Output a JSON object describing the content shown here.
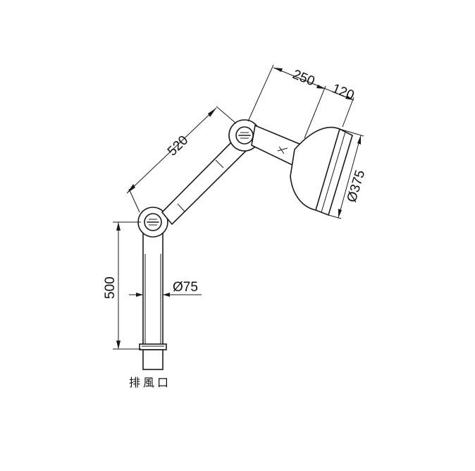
{
  "dimensions": {
    "hood_depth": "250",
    "hood_rim": "120",
    "arm_length": "520",
    "hood_diameter": "Ø375",
    "pipe_height": "500",
    "pipe_diameter": "Ø75"
  },
  "labels": {
    "exhaust_port": "排風口"
  },
  "colors": {
    "line": "#1a1a1a",
    "background": "#ffffff"
  }
}
